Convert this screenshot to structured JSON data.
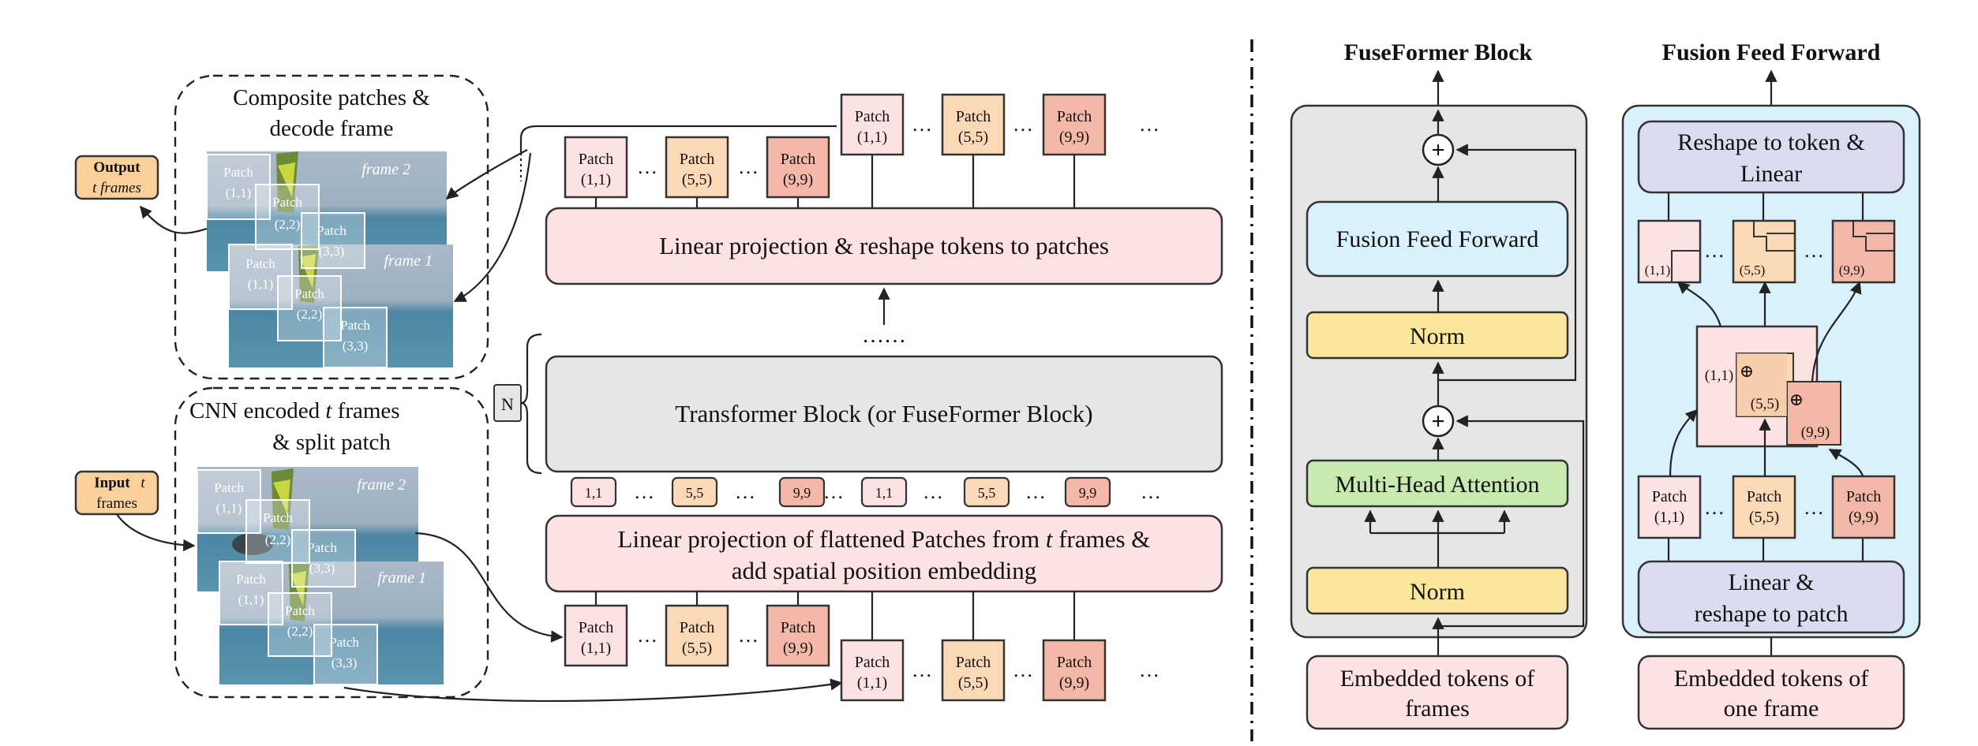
{
  "left": {
    "output_label_bold": "Output",
    "output_label_italic": "t frames",
    "input_label_bold": "Input",
    "input_label_italic": "t",
    "input_label_line2": "frames",
    "composite_title_1": "Composite patches &",
    "composite_title_2": "decode frame",
    "cnn_title_1a": "CNN encoded ",
    "cnn_title_1b": "t",
    "cnn_title_1c": " frames",
    "cnn_title_2": "& split patch",
    "frame1_label": "frame 1",
    "frame2_label": "frame 2",
    "img_patch_word": "Patch",
    "img_patch_11": "(1,1)",
    "img_patch_22": "(2,2)",
    "img_patch_33": "(3,3)"
  },
  "middle": {
    "linear_proj_reshape": "Linear projection & reshape tokens to patches",
    "transformer_block": "Transformer Block (or FuseFormer Block)",
    "linear_proj_flat_1a": "Linear projection of flattened Patches from ",
    "linear_proj_flat_1b": "t",
    "linear_proj_flat_1c": " frames &",
    "linear_proj_flat_2": "add spatial position embedding",
    "n_label": "N",
    "vdots": "……",
    "dots": "…",
    "patch_word": "Patch",
    "patch_ids": [
      "(1,1)",
      "(5,5)",
      "(9,9)"
    ],
    "token_ids": [
      "1,1",
      "5,5",
      "9,9",
      "1,1",
      "5,5",
      "9,9"
    ]
  },
  "fuseformer": {
    "title": "FuseFormer Block",
    "fusion_ff": "Fusion Feed Forward",
    "norm": "Norm",
    "mha": "Multi-Head Attention",
    "embedded_1": "Embedded tokens of",
    "embedded_2": "frames",
    "plus": "+"
  },
  "fusionff": {
    "title": "Fusion Feed Forward",
    "reshape_1": "Reshape to token &",
    "reshape_2": "Linear",
    "linear_1": "Linear &",
    "linear_2": "reshape to patch",
    "embedded_1": "Embedded tokens of",
    "embedded_2": "one frame",
    "patch_ids": [
      "(1,1)",
      "(5,5)",
      "(9,9)"
    ],
    "patch_word": "Patch",
    "overlap_labels": [
      "(1,1)",
      "(5,5)",
      "(9,9)"
    ],
    "circle_plus": "⊕"
  },
  "colors": {
    "pink": "#fde2e4",
    "pink_border": "#d9a0a6",
    "orange": "#fcd9b6",
    "salmon": "#f4b8a8",
    "gray_block": "#e6e6e6",
    "light_blue": "#d9f1fa",
    "yellow": "#fbe79b",
    "green": "#c8eab0",
    "lavender": "#dcdcf0",
    "output_orange": "#fbd09a",
    "photo_sky": "#9fb3c4",
    "photo_sea": "#4f88a6"
  }
}
